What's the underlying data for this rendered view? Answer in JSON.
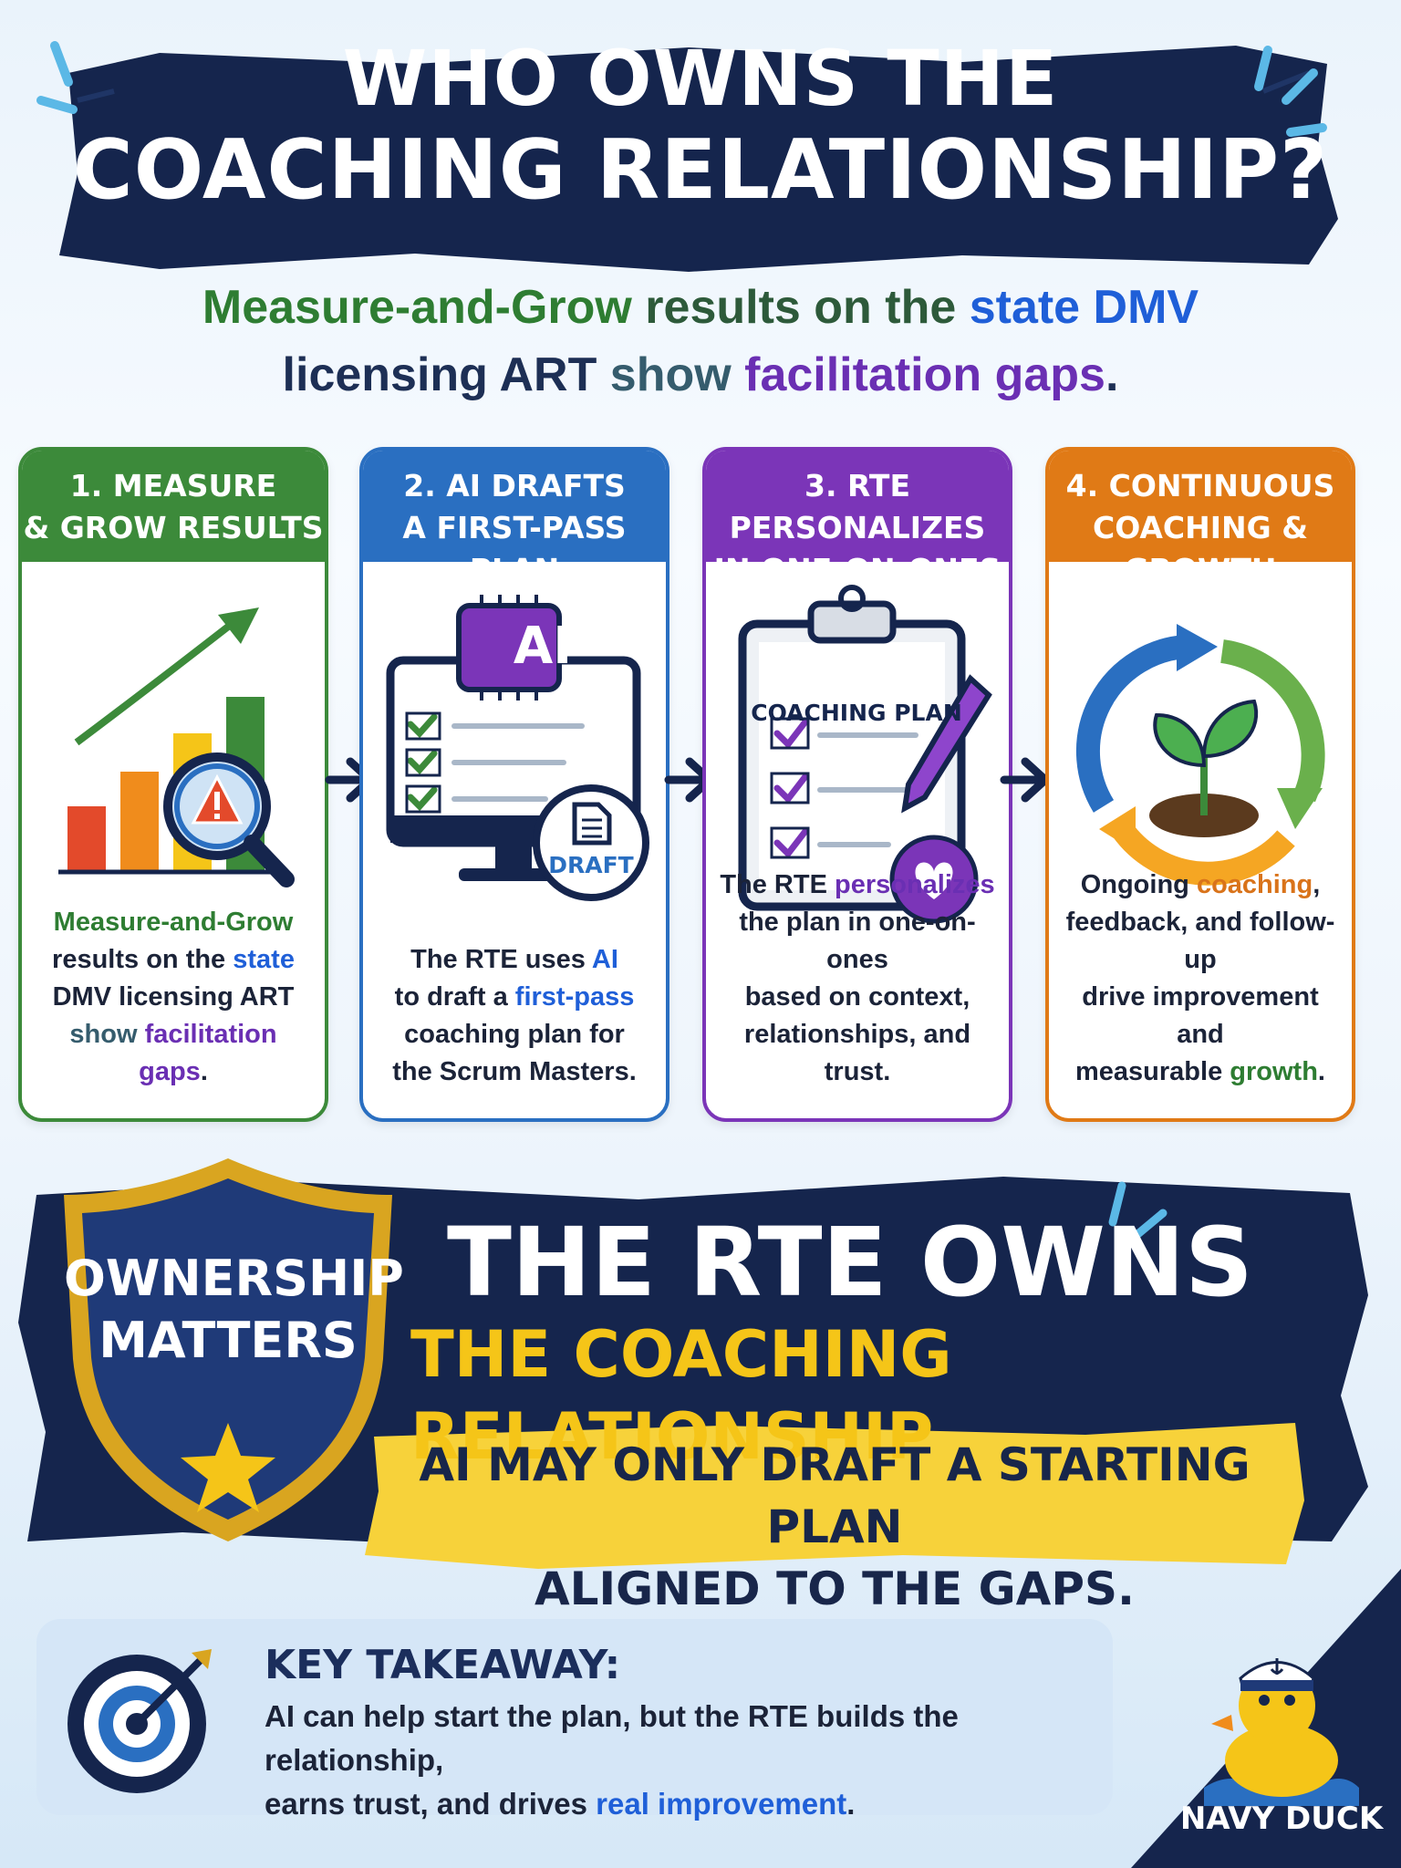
{
  "title": {
    "line1": "WHO OWNS THE",
    "line2": "COACHING RELATIONSHIP?"
  },
  "subtitle": {
    "part1": "Measure-and-Grow",
    "part2": " results on the ",
    "part3": "state DMV",
    "part4": "licensing ART ",
    "part5": "show",
    "part6": " facilitation gaps",
    "part7": "."
  },
  "steps": [
    {
      "head_line1": "1. MEASURE",
      "head_line2": "& GROW RESULTS",
      "color": "#3c8a3a",
      "body": {
        "a": "Measure-and-Grow",
        "b": "results on the ",
        "c": "state",
        "d": "DMV licensing ART",
        "e": "show",
        "f": " facilitation gaps",
        "g": "."
      }
    },
    {
      "head_line1": "2. AI DRAFTS",
      "head_line2": "A FIRST-PASS PLAN",
      "color": "#2a6fc1",
      "icon_label": "AI",
      "badge_label": "DRAFT",
      "body": {
        "a": "The RTE uses ",
        "b": "AI",
        "c": "to draft a ",
        "d": "first-pass",
        "e": "coaching plan for",
        "f": "the Scrum Masters."
      }
    },
    {
      "head_line1": "3. RTE PERSONALIZES",
      "head_line2": "IN ONE-ON-ONES",
      "color": "#7b35b8",
      "icon_label": "COACHING PLAN",
      "body": {
        "a": "The RTE ",
        "b": "personalizes",
        "c": "the plan in one-on-ones",
        "d": "based on context,",
        "e": "relationships, and trust."
      }
    },
    {
      "head_line1": "4. CONTINUOUS",
      "head_line2": "COACHING & GROWTH",
      "color": "#e07a16",
      "body": {
        "a": "Ongoing ",
        "b": "coaching",
        "c": ",",
        "d": "feedback, and follow-up",
        "e": "drive improvement and",
        "f": "measurable ",
        "g": "growth",
        "h": "."
      }
    }
  ],
  "ownership": {
    "shield_line1": "OWNERSHIP",
    "shield_line2": "MATTERS",
    "title_line1": "THE RTE OWNS",
    "title_line2": "THE COACHING RELATIONSHIP",
    "sub_line1": "AI MAY ONLY DRAFT A STARTING PLAN",
    "sub_line2": "ALIGNED TO THE GAPS."
  },
  "takeaway": {
    "title": "KEY TAKEAWAY:",
    "line1": "AI can help start the plan, but the RTE builds the relationship,",
    "line2a": "earns trust, and drives ",
    "line2b": "real improvement",
    "line2c": "."
  },
  "brand": {
    "label": "NAVY DUCK"
  },
  "colors": {
    "navy": "#15254d",
    "yellow": "#f5c518",
    "green": "#3c8a3a",
    "blue": "#2a6fc1",
    "purple": "#7b35b8",
    "orange": "#e07a16"
  }
}
